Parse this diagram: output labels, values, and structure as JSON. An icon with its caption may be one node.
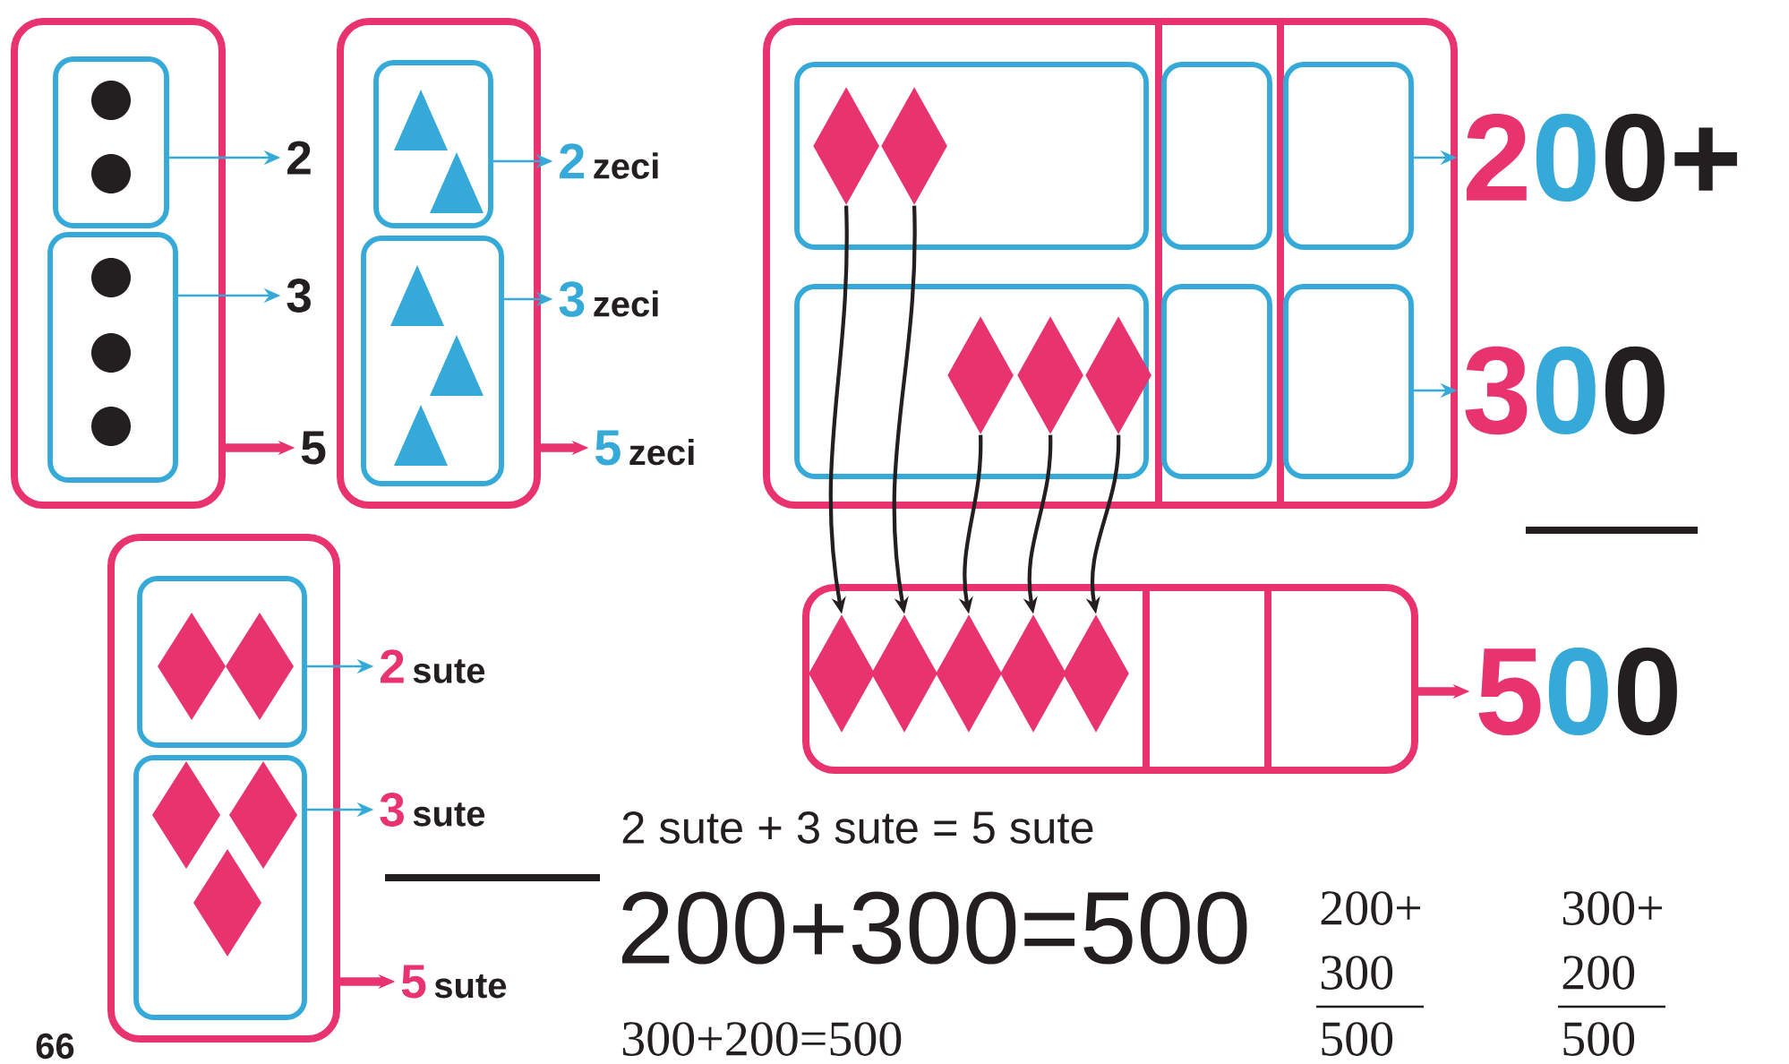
{
  "diagram": {
    "nodes": [
      {
        "text": [],
        "shape": "box"
      },
      {
        "text": [],
        "shape": "box",
        "in": 0
      },
      {
        "text": [],
        "shape": "box",
        "in": 0
      },
      {
        "text": [
          "2"
        ]
      },
      {
        "text": [
          "3"
        ]
      },
      {
        "text": [
          "5"
        ]
      },
      {
        "text": [],
        "shape": "box"
      },
      {
        "text": [],
        "shape": "box",
        "in": 6
      },
      {
        "text": [],
        "shape": "box",
        "in": 6
      },
      {
        "text": [
          "2",
          "zeci"
        ]
      },
      {
        "text": [
          "3",
          "zeci"
        ]
      },
      {
        "text": [
          "5",
          "zeci"
        ]
      },
      {
        "text": [],
        "shape": "box"
      },
      {
        "text": [],
        "shape": "box",
        "in": 12
      },
      {
        "text": [],
        "shape": "box",
        "in": 12
      },
      {
        "text": [
          "2",
          "sute"
        ]
      },
      {
        "text": [
          "3",
          "sute"
        ]
      },
      {
        "text": [
          "5",
          "sute"
        ]
      },
      {
        "text": [],
        "shape": "box"
      },
      {
        "text": [],
        "shape": "box",
        "in": 18
      },
      {
        "text": [],
        "shape": "box",
        "in": 18
      },
      {
        "text": [],
        "shape": "box",
        "in": 18
      },
      {
        "text": [],
        "shape": "box",
        "in": 18
      },
      {
        "text": [],
        "shape": "box",
        "in": 18
      },
      {
        "text": [],
        "shape": "box",
        "in": 18
      },
      {
        "text": [],
        "shape": "diamond",
        "in": 19
      },
      {
        "text": [],
        "shape": "diamond",
        "in": 19
      },
      {
        "text": [],
        "shape": "diamond",
        "in": 22
      },
      {
        "text": [],
        "shape": "diamond",
        "in": 22
      },
      {
        "text": [],
        "shape": "diamond",
        "in": 22
      },
      {
        "text": [
          "2",
          "0",
          "0+"
        ]
      },
      {
        "text": [
          "3",
          "0",
          "0"
        ]
      },
      {
        "text": [],
        "shape": "box"
      },
      {
        "text": [],
        "shape": "diamond",
        "in": 32
      },
      {
        "text": [],
        "shape": "diamond",
        "in": 32
      },
      {
        "text": [],
        "shape": "diamond",
        "in": 32
      },
      {
        "text": [],
        "shape": "diamond",
        "in": 32
      },
      {
        "text": [],
        "shape": "diamond",
        "in": 32
      },
      {
        "text": [
          "5",
          "0",
          "0"
        ]
      }
    ],
    "edges": [
      {
        "from": 1,
        "to": 3,
        "arrow": "to"
      },
      {
        "from": 2,
        "to": 4,
        "arrow": "to"
      },
      {
        "from": 0,
        "to": 5,
        "arrow": "to",
        "color": "#e8336f",
        "style": "thick"
      },
      {
        "from": 7,
        "to": 9,
        "arrow": "to"
      },
      {
        "from": 8,
        "to": 10,
        "arrow": "to"
      },
      {
        "from": 6,
        "to": 11,
        "arrow": "to",
        "color": "#e8336f",
        "style": "thick"
      },
      {
        "from": 13,
        "to": 15,
        "arrow": "to"
      },
      {
        "from": 14,
        "to": 16,
        "arrow": "to"
      },
      {
        "from": 12,
        "to": 17,
        "arrow": "to",
        "color": "#e8336f",
        "style": "thick"
      },
      {
        "from": 21,
        "to": 30,
        "arrow": "to"
      },
      {
        "from": 24,
        "to": 31,
        "arrow": "to"
      },
      {
        "from": 32,
        "to": 38,
        "arrow": "to",
        "color": "#e8336f",
        "style": "thick"
      },
      {
        "from": 25,
        "to": 33,
        "arrow": "to",
        "color": "#231f20"
      },
      {
        "from": 26,
        "to": 34,
        "arrow": "to",
        "color": "#231f20"
      },
      {
        "from": 27,
        "to": 35,
        "arrow": "to",
        "color": "#231f20"
      },
      {
        "from": 28,
        "to": 36,
        "arrow": "to",
        "color": "#231f20"
      },
      {
        "from": 29,
        "to": 37,
        "arrow": "to",
        "color": "#231f20"
      }
    ],
    "labels": [
      "2 sute + 3 sute = 5 sute",
      "200+300=500",
      "300+200=500",
      "200+",
      "300",
      "500",
      "300+",
      "200",
      "500",
      "66"
    ]
  }
}
